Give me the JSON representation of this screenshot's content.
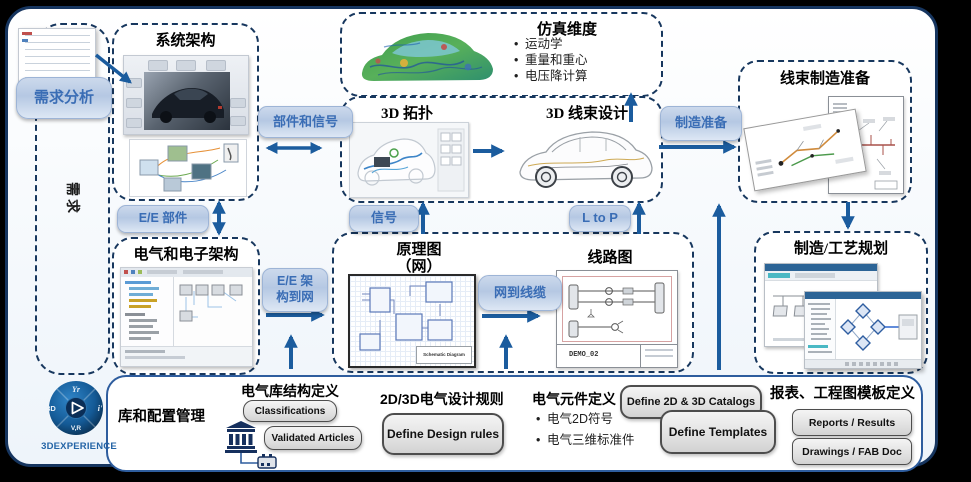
{
  "colors": {
    "accent": "#1b5c9e",
    "dash_border": "#17375e",
    "pill_text": "#3a6db5",
    "band_border": "#2e5d9e"
  },
  "labels": {
    "lane": "需求"
  },
  "pills": {
    "req_analysis": "需求分析",
    "parts_signals": "部件和信号",
    "mfg_prep": "制造准备",
    "ee_parts": "E/E 部件",
    "signal": "信号",
    "l_to_p": "L to P",
    "ee_to_net_1": "E/E 架",
    "ee_to_net_2": "构到网",
    "net_to_cable": "网到线缆"
  },
  "boxes": {
    "system_architecture": {
      "title": "系统架构"
    },
    "simulation": {
      "title": "仿真维度",
      "bullets": [
        "运动学",
        "重量和重心",
        "电压降计算"
      ]
    },
    "topology": {
      "title": "3D 拓扑"
    },
    "harness3d": {
      "title": "3D 线束设计"
    },
    "harness_mfg": {
      "title": "线束制造准备"
    },
    "ee_arch": {
      "title": "电气和电子架构"
    },
    "schematic": {
      "title_line1": "原理图",
      "title_line2": "（网）",
      "sheet_label": "Schematic Diagram"
    },
    "wiring": {
      "title": "线路图",
      "sheet_label": "DEMO_02"
    },
    "mfg_planning": {
      "title": "制造/工艺规划"
    }
  },
  "bottom": {
    "lib_mgmt": "库和配置管理",
    "sections": [
      {
        "title": "电气库结构定义",
        "buttons": [
          "Classifications",
          "Validated Articles"
        ]
      },
      {
        "title": "2D/3D电气设计规则",
        "buttons": [
          "Define Design rules"
        ]
      },
      {
        "title": "电气元件定义",
        "bullets": [
          "电气2D符号",
          "电气三维标准件"
        ],
        "buttons": [
          "Define 2D & 3D Catalogs",
          "Define Templates"
        ]
      },
      {
        "title": "报表、工程图模板定义",
        "buttons": [
          "Reports / Results",
          "Drawings / FAB Doc"
        ]
      }
    ],
    "logo": {
      "brand": "3DEXPERIENCE",
      "north": "Yr",
      "west": "3D",
      "east": "iʹ",
      "south": "V,R"
    }
  }
}
